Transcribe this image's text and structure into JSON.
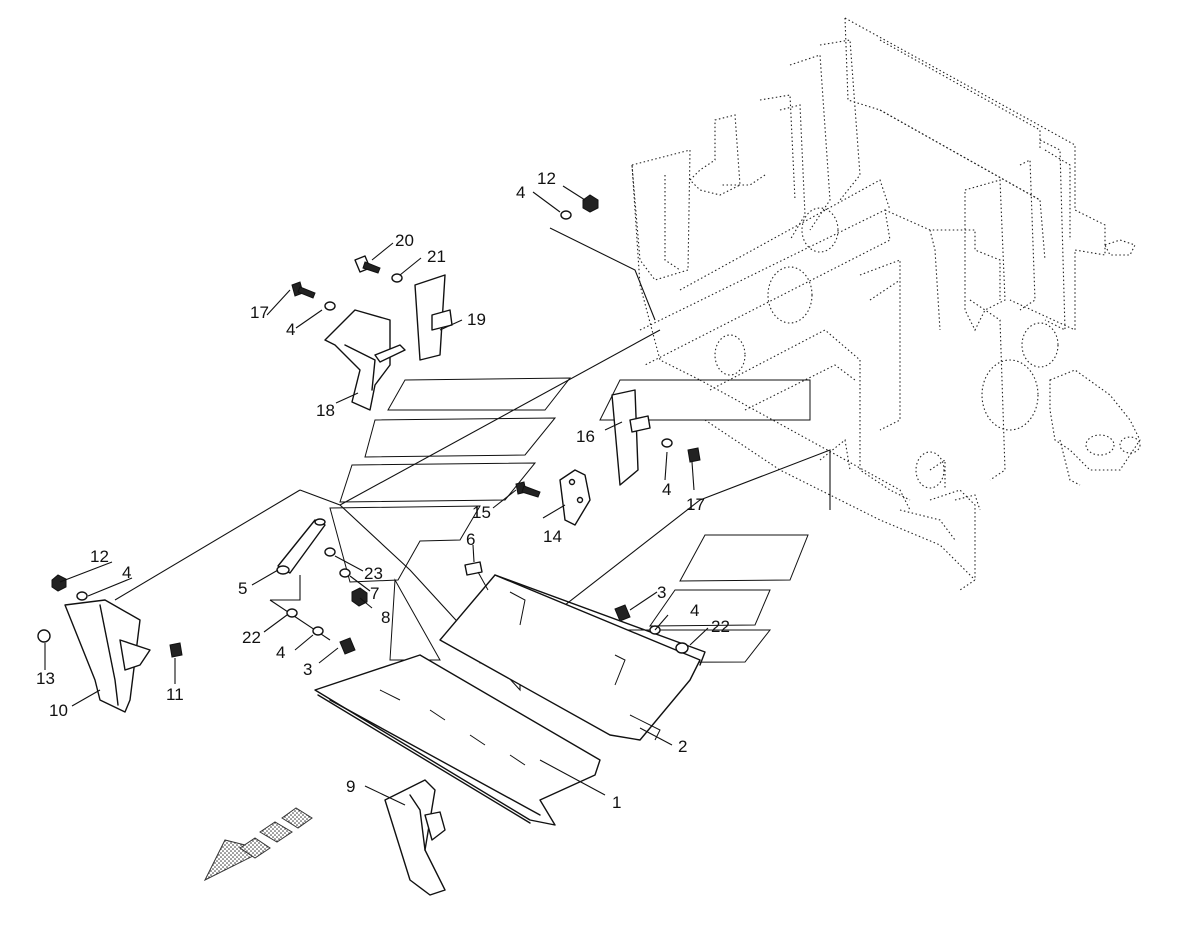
{
  "callouts": [
    {
      "id": "c1",
      "label": "1"
    },
    {
      "id": "c2",
      "label": "2"
    },
    {
      "id": "c3a",
      "label": "3"
    },
    {
      "id": "c3b",
      "label": "3"
    },
    {
      "id": "c4a",
      "label": "4"
    },
    {
      "id": "c4b",
      "label": "4"
    },
    {
      "id": "c4c",
      "label": "4"
    },
    {
      "id": "c4d",
      "label": "4"
    },
    {
      "id": "c4e",
      "label": "4"
    },
    {
      "id": "c4f",
      "label": "4"
    },
    {
      "id": "c5",
      "label": "5"
    },
    {
      "id": "c6",
      "label": "6"
    },
    {
      "id": "c7",
      "label": "7"
    },
    {
      "id": "c8",
      "label": "8"
    },
    {
      "id": "c9",
      "label": "9"
    },
    {
      "id": "c10",
      "label": "10"
    },
    {
      "id": "c11",
      "label": "11"
    },
    {
      "id": "c12a",
      "label": "12"
    },
    {
      "id": "c12b",
      "label": "12"
    },
    {
      "id": "c13",
      "label": "13"
    },
    {
      "id": "c14",
      "label": "14"
    },
    {
      "id": "c15",
      "label": "15"
    },
    {
      "id": "c16",
      "label": "16"
    },
    {
      "id": "c17a",
      "label": "17"
    },
    {
      "id": "c17b",
      "label": "17"
    },
    {
      "id": "c18",
      "label": "18"
    },
    {
      "id": "c19",
      "label": "19"
    },
    {
      "id": "c20",
      "label": "20"
    },
    {
      "id": "c21",
      "label": "21"
    },
    {
      "id": "c22a",
      "label": "22"
    },
    {
      "id": "c22b",
      "label": "22"
    },
    {
      "id": "c23",
      "label": "23"
    }
  ],
  "icons": {
    "direction_arrow": "forward-direction-arrow-icon"
  }
}
